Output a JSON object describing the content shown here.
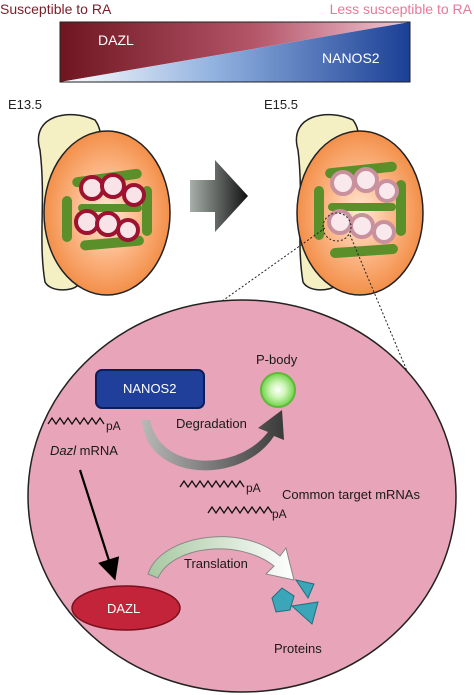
{
  "gradient_bar": {
    "left_label": "Susceptible to RA",
    "right_label": "Less susceptible to RA",
    "upper_protein": "DAZL",
    "lower_protein": "NANOS2",
    "colors": {
      "dazl": "#7a1e28",
      "nanos2": "#1f4ea3",
      "pink": "#e57a98"
    }
  },
  "stages": {
    "early": "E13.5",
    "late": "E15.5"
  },
  "cell": {
    "nanos2_label": "NANOS2",
    "pbody_label": "P-body",
    "degradation_label": "Degradation",
    "polyA_label": "pA",
    "dazl_mrna_italic": "Dazl",
    "dazl_mrna_suffix": " mRNA",
    "common_targets_label": "Common target mRNAs",
    "translation_label": "Translation",
    "dazl_protein_label": "DAZL",
    "proteins_label": "Proteins",
    "colors": {
      "cell_fill": "#e8a4b8",
      "nanos_box": "#1f3f9a",
      "dazl_ellipse": "#c4243a",
      "pbody": "#7ed957",
      "proteins": "#3aa6b8"
    }
  }
}
